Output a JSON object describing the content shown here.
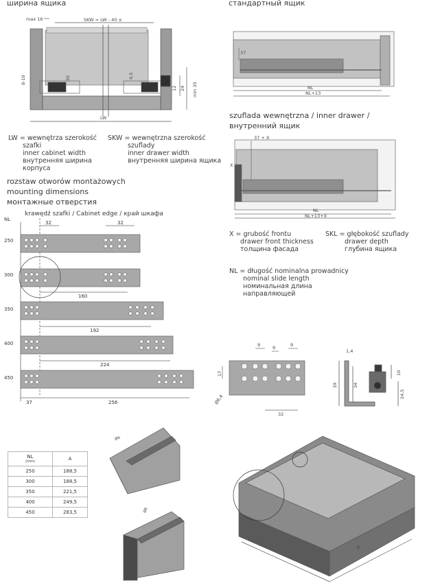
{
  "headings": {
    "top_left": "ширина ящика",
    "top_right": "стандартный ящик",
    "inner_drawer": [
      "szuflada wewnętrzna / inner drawer /",
      "внутренний ящик"
    ],
    "mounting": [
      "rozstaw otworów montażowych",
      "mounting dimensions",
      "монтажные отверстия"
    ]
  },
  "cross_section": {
    "max": "max 16",
    "skw": "SKW = LW - 40 ±",
    "lw": "LW",
    "dims": [
      "8-10",
      "35",
      "9,5",
      "12",
      "24",
      "min 35"
    ]
  },
  "legend_lw": [
    "LW = wewnętrza szerokość",
    "szafki",
    "inner cabinet width",
    "внутренняя ширина",
    "корпуса"
  ],
  "legend_skw": [
    "SKW = wewnętrzna szerokość",
    "szuflady",
    "inner drawer width",
    "внутренняя ширина ящика"
  ],
  "standard_drawer": {
    "dim_top": "37",
    "nl": "NL",
    "nl13": "NL+13"
  },
  "inner_drawer": {
    "dim_top": "37 + X",
    "x": "X",
    "nl": "NL",
    "nl13x": "NL+13+X"
  },
  "legend_x": [
    "X = grubość frontu",
    "drawer front thickness",
    "толщина фасада"
  ],
  "legend_skl": [
    "SKL = głębokość szuflady",
    "drawer depth",
    "глубина ящика"
  ],
  "legend_nl": [
    "NL = długość nominalna prowadnicy",
    "nominal slide length",
    "номинальная длина",
    "направляющей"
  ],
  "mounting": {
    "nl_label": "NL",
    "edge_label": "krawędź szafki / Cabinet edge / край шкафа",
    "d32a": "32",
    "d32b": "32",
    "lengths": [
      "250",
      "300",
      "350",
      "400",
      "450"
    ],
    "spans": [
      "160",
      "192",
      "224",
      "256"
    ],
    "d37": "37"
  },
  "detail_holes": {
    "dims": [
      "9",
      "9",
      "9",
      "17",
      "32"
    ],
    "dia": "Ø6,4"
  },
  "detail_profile": {
    "dims": [
      "1,4",
      "10",
      "39",
      "34",
      "24,5"
    ]
  },
  "table": {
    "header_nl": "NL",
    "header_unit": "(mm)",
    "header_a": "A",
    "rows": [
      {
        "nl": "250",
        "a": "188,5"
      },
      {
        "nl": "300",
        "a": "188,5"
      },
      {
        "nl": "350",
        "a": "221,5"
      },
      {
        "nl": "400",
        "a": "249,5"
      },
      {
        "nl": "450",
        "a": "283,5"
      }
    ]
  },
  "corner_labels": {
    "top": "Ø6",
    "bottom": "Ø6"
  },
  "iso_labels": {
    "a": "A"
  }
}
